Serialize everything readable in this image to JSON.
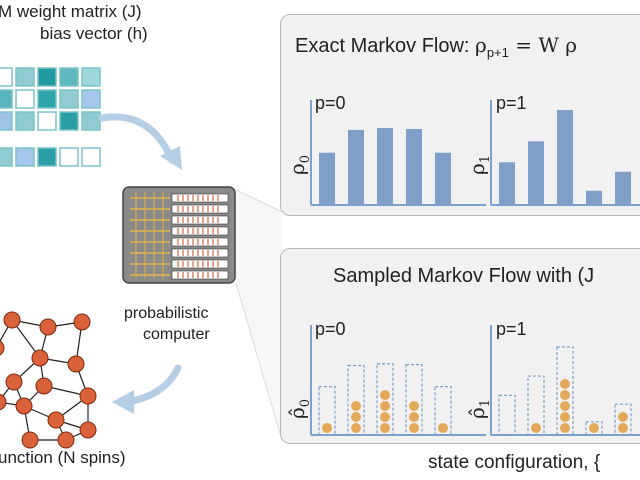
{
  "left": {
    "title_line1": "M weight matrix (J)",
    "title_line2": "bias vector (h)",
    "computer_line1": "probabilistic",
    "computer_line2": "computer",
    "graph_label": "unction (N spins)"
  },
  "exact_panel": {
    "title_main": "Exact Markov Flow: ",
    "title_formula": "ρ",
    "title_sub": "p+1",
    "title_rest": " = W ρ",
    "charts": [
      {
        "p_label": "p=0",
        "axis_label": "ρ",
        "axis_sub": "0"
      },
      {
        "p_label": "p=1",
        "axis_label": "ρ",
        "axis_sub": "1"
      }
    ]
  },
  "sampled_panel": {
    "title": "Sampled Markov Flow with (J",
    "charts": [
      {
        "p_label": "p=0",
        "axis_label": "ρ̂",
        "axis_sub": "0"
      },
      {
        "p_label": "p=1",
        "axis_label": "ρ̂",
        "axis_sub": "1"
      }
    ]
  },
  "footer_label": "state configuration, {",
  "colors": {
    "bar": "#7f9fc8",
    "dot": "#e3a85a",
    "node": "#d9623b",
    "dashed": "#7f9fc8",
    "axis": "#7aa2cf",
    "arrow": "#b5cde5"
  },
  "chart_data": [
    {
      "type": "bar",
      "title": "",
      "categories": [
        "",
        "",
        "",
        "",
        "",
        ""
      ],
      "values": [
        0.55,
        0.79,
        0.81,
        0.8,
        0.55,
        0
      ],
      "note": "p=0 exact"
    },
    {
      "type": "bar",
      "title": "",
      "categories": [
        "",
        "",
        "",
        "",
        "",
        ""
      ],
      "values": [
        0.45,
        0.67,
        1.0,
        0.15,
        0.35,
        0
      ],
      "note": "p=1 exact"
    }
  ]
}
